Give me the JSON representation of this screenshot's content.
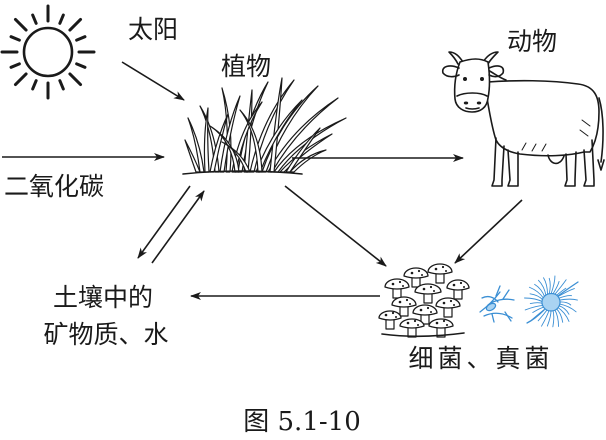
{
  "diagram": {
    "nodes": {
      "sun": {
        "label": "太阳",
        "icon": "sun-icon"
      },
      "plant": {
        "label": "植物",
        "icon": "grass-icon"
      },
      "animal": {
        "label": "动物",
        "icon": "cow-icon"
      },
      "co2": {
        "label": "二氧化碳"
      },
      "soil": {
        "label_line1": "土壤中的",
        "label_line2": "矿物质、水"
      },
      "decomposers": {
        "label": "细菌、真菌",
        "icons": [
          "mushroom-cluster-icon",
          "bacteria-icon",
          "mold-icon"
        ]
      }
    },
    "caption": "图 5.1-10"
  },
  "colors": {
    "ink": "#1a1a1a",
    "microbe": "#3b8fd4",
    "microbe_light": "#a9d3f2",
    "background": "#ffffff"
  }
}
